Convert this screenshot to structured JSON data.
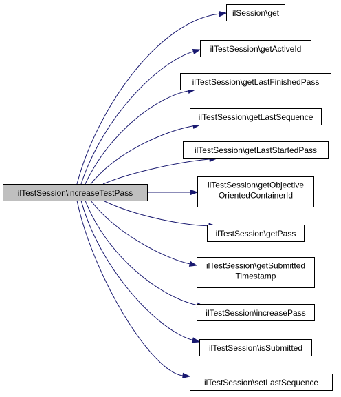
{
  "colors": {
    "edge": "#191970",
    "root_fill": "#bfbfbf",
    "node_fill": "#ffffff",
    "border": "#000000"
  },
  "root": {
    "label": "ilTestSession\\increaseTestPass"
  },
  "targets": [
    {
      "lines": [
        "ilSession\\get"
      ]
    },
    {
      "lines": [
        "ilTestSession\\getActiveId"
      ]
    },
    {
      "lines": [
        "ilTestSession\\getLastFinishedPass"
      ]
    },
    {
      "lines": [
        "ilTestSession\\getLastSequence"
      ]
    },
    {
      "lines": [
        "ilTestSession\\getLastStartedPass"
      ]
    },
    {
      "lines": [
        "ilTestSession\\getObjective",
        "OrientedContainerId"
      ]
    },
    {
      "lines": [
        "ilTestSession\\getPass"
      ]
    },
    {
      "lines": [
        "ilTestSession\\getSubmitted",
        "Timestamp"
      ]
    },
    {
      "lines": [
        "ilTestSession\\increasePass"
      ]
    },
    {
      "lines": [
        "ilTestSession\\isSubmitted"
      ]
    },
    {
      "lines": [
        "ilTestSession\\setLastSequence"
      ]
    }
  ]
}
